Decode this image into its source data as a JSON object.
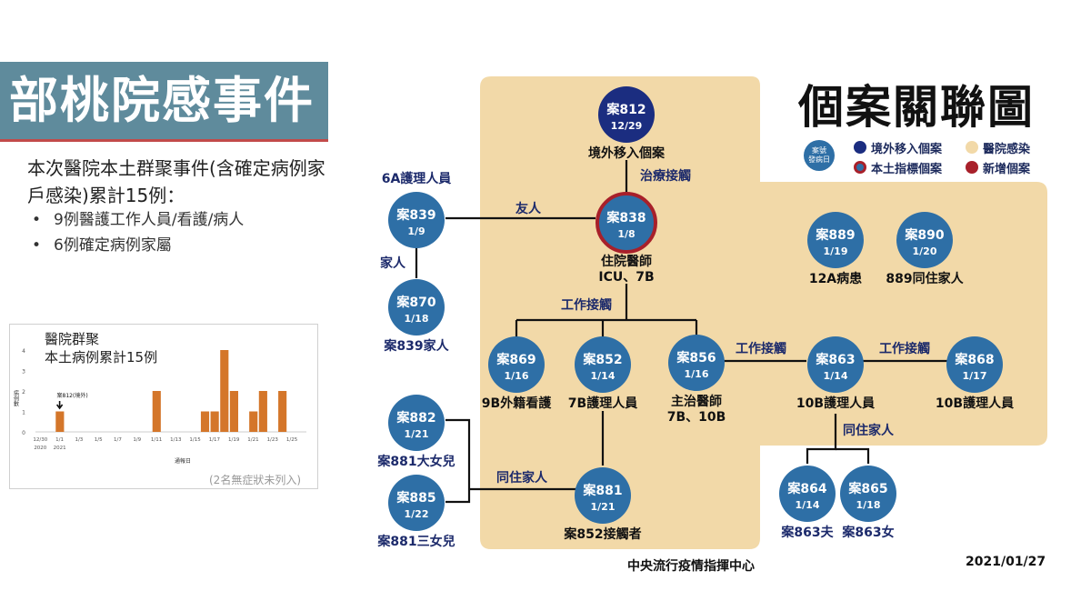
{
  "banner": {
    "title": "部桃院感事件"
  },
  "summary": {
    "text": "本次醫院本土群聚事件(含確定病例家戶感染)累計15例：",
    "bullets": [
      "9例醫護工作人員/看護/病人",
      "6例確定病例家屬"
    ]
  },
  "chart_data": {
    "type": "bar",
    "title": "醫院群聚\n本土病例累計15例",
    "xlabel": "通報日",
    "ylabel": "病例數",
    "ylim": [
      0,
      4
    ],
    "yticks": [
      0,
      1,
      2,
      3,
      4
    ],
    "x_tick_labels": [
      "12/30\n2020",
      "1/1\n2021",
      "1/3",
      "1/5",
      "1/7",
      "1/9",
      "1/11",
      "1/13",
      "1/15",
      "1/17",
      "1/19",
      "1/21",
      "1/23",
      "1/25"
    ],
    "categories": [
      "1/1",
      "1/11",
      "1/16",
      "1/17",
      "1/18",
      "1/19",
      "1/21",
      "1/22",
      "1/24"
    ],
    "values": [
      1,
      2,
      1,
      1,
      4,
      2,
      1,
      2,
      2
    ],
    "day_index": [
      2,
      12,
      17,
      18,
      19,
      20,
      22,
      23,
      25
    ],
    "annotation": "案812(境外)",
    "note": "(2名無症狀未列入)",
    "bar_color": "#d4762a"
  },
  "diagram": {
    "title": "個案關聯圖",
    "legend": {
      "key_top": "案號",
      "key_bottom": "發病日",
      "items": [
        {
          "label": "境外移入個案",
          "color": "#1b2d80"
        },
        {
          "label": "醫院感染",
          "color": "#f2d9a8"
        },
        {
          "label": "本土指標個案",
          "color": "#2e6fa6"
        },
        {
          "label": "新增個案",
          "color": "#a8202a"
        }
      ]
    },
    "colors": {
      "node": "#2e6fa6",
      "import_node": "#1b2d80",
      "ring": "#a8202a",
      "hospital_area": "#f2d9a8",
      "edge": "#111111",
      "edge_label": "#1c2a6b"
    },
    "nodes": {
      "n812": {
        "id": "案812",
        "date": "12/29",
        "label": "境外移入個案"
      },
      "n838": {
        "id": "案838",
        "date": "1/8",
        "label": "住院醫師\nICU、7B"
      },
      "n839": {
        "id": "案839",
        "date": "1/9",
        "label": "6A護理人員"
      },
      "n870": {
        "id": "案870",
        "date": "1/18",
        "label": "案839家人"
      },
      "n889": {
        "id": "案889",
        "date": "1/19",
        "label": "12A病患"
      },
      "n890": {
        "id": "案890",
        "date": "1/20",
        "label": "889同住家人"
      },
      "n869": {
        "id": "案869",
        "date": "1/16",
        "label": "9B外籍看護"
      },
      "n852": {
        "id": "案852",
        "date": "1/14",
        "label": "7B護理人員"
      },
      "n856": {
        "id": "案856",
        "date": "1/16",
        "label": "主治醫師\n7B、10B"
      },
      "n863": {
        "id": "案863",
        "date": "1/14",
        "label": "10B護理人員"
      },
      "n868": {
        "id": "案868",
        "date": "1/17",
        "label": "10B護理人員"
      },
      "n882": {
        "id": "案882",
        "date": "1/21",
        "label": "案881大女兒"
      },
      "n885": {
        "id": "案885",
        "date": "1/22",
        "label": "案881三女兒"
      },
      "n881": {
        "id": "案881",
        "date": "1/21",
        "label": "案852接觸者"
      },
      "n864": {
        "id": "案864",
        "date": "1/14",
        "label": "案863夫"
      },
      "n865": {
        "id": "案865",
        "date": "1/18",
        "label": "案863女"
      }
    },
    "edge_labels": {
      "treat": "治療接觸",
      "friend": "友人",
      "family": "家人",
      "work1": "工作接觸",
      "work2": "工作接觸",
      "work3": "工作接觸",
      "cohab1": "同住家人",
      "cohab2": "同住家人"
    }
  },
  "footer": {
    "center": "中央流行疫情指揮中心",
    "date": "2021/01/27"
  }
}
